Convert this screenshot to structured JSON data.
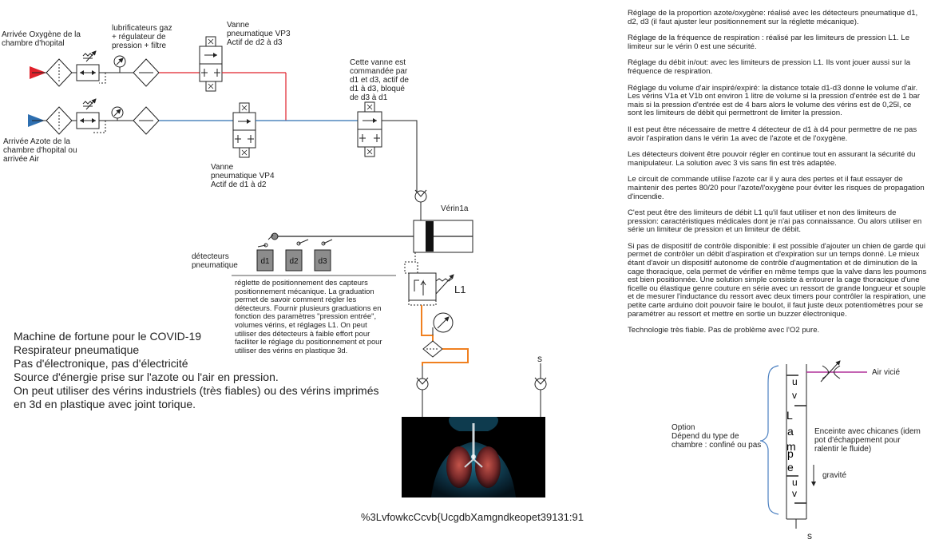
{
  "labels": {
    "oxygen_inlet": "Arrivée Oxygène de la\nchambre d'hopital",
    "nitrogen_inlet": "Arrivée Azote de la\nchambre d'hopital ou\narrivée Air",
    "lubricators": "lubrificateurs gaz\n+ régulateur de\npression + filtre",
    "valve_vp3": "Vanne\npneumatique VP3\nActif de d2 à d3",
    "valve_vp4": "Vanne\npneumatique VP4\nActif de d1 à d2",
    "main_valve": "Cette vanne est\ncommandée par\nd1 et d3, actif de\nd1 à d3, bloqué\nde d3 à d1",
    "cylinder": "Vérin1a",
    "detectors": "détecteurs\npneumatique",
    "ruler_note": "réglette de positionnement des capteurs\npositionnement mécanique. La graduation\npermet de savoir comment régler les\ndétecteurs. Fournir plusieurs graduations en\nfonction des paramètres \"pression entrée\",\nvolumes vérins, et réglages L1. On peut\nutiliser des détecteurs à faible effort pour\nfaciliter le réglage du positionnement et pour\nutiliser des vérins en plastique 3d.",
    "l1": "L1",
    "exhaust_s": "s",
    "exhaust_s2": "s",
    "air_vicie": "Air vicié",
    "option": "Option\nDépend du type de\nchambre : confiné ou pas",
    "enclosure": "Enceinte avec chicanes (idem\npot d'échappement pour\nralentir le fluide)",
    "gravity": "gravité",
    "lamp_letters": [
      "L",
      "a",
      "m",
      "p",
      "e"
    ],
    "uv_top": [
      "u",
      "v"
    ],
    "uv_bottom": [
      "u",
      "v"
    ]
  },
  "detectors": [
    "d1",
    "d2",
    "d3"
  ],
  "summary": [
    "Machine de fortune pour le COVID-19",
    "Respirateur pneumatique",
    "Pas d'électronique, pas d'électricité",
    "Source d'énergie prise sur l'azote ou l'air en pression.",
    "On peut utiliser des vérins industriels (très fiables) ou des vérins imprimés",
    "en 3d en plastique avec joint torique."
  ],
  "code_text": "%3LvfowkcCcvb{UcgdbXamgndkeopet39131:91",
  "paragraphs": [
    "Réglage de la proportion azote/oxygène: réalisé avec les détecteurs pneumatique d1, d2, d3 (il faut ajuster leur positionnement sur la réglette mécanique).",
    "Réglage de la fréquence de respiration : réalisé par les limiteurs de pression L1. Le limiteur sur le vérin 0 est une sécurité.",
    "Réglage du débit in/out: avec les limiteurs de pression L1. Ils vont jouer aussi sur la fréquence de respiration.",
    "Réglage du volume d'air inspiré/expiré: la distance totale d1-d3 donne le volume d'air. Les vérins V1a et V1b ont environ 1 litre de volume si la pression d'entrée est de 1 bar mais si la pression d'entrée est de 4 bars alors le volume des vérins est de 0,25l, ce sont les limiteurs de débit qui permettront de limiter la pression.",
    "Il est peut être nécessaire de mettre 4 détecteur de d1 à d4 pour permettre de ne pas avoir l'aspiration dans le vérin 1a avec de l'azote et de l'oxygène.",
    "Les détecteurs doivent être pouvoir régler en continue tout en assurant la sécurité du manipulateur. La solution avec 3 vis sans fin est très adaptée.",
    "Le circuit de commande utilise l'azote car il y aura des pertes et il faut essayer de maintenir des pertes 80/20 pour l'azote/l'oxygène pour éviter les risques de propagation d'incendie.",
    "C'est peut être des limiteurs de débit L1 qu'il faut utiliser et non des limiteurs de pression: caractéristiques médicales dont je n'ai pas connaissance. Ou alors utiliser en série un limiteur de pression et un limiteur de débit.",
    "Si pas de dispositif de contrôle disponible: il est possible d'ajouter un chien de garde qui permet de contrôler un débit d'aspiration et d'expiration sur un temps donné. Le mieux étant d'avoir un dispositif autonome de contrôle d'augmentation et de diminution de la cage thoracique, cela permet de vérifier en même temps que la valve dans les poumons est bien positionnée. Une solution simple consiste à entourer la cage thoracique d'une ficelle ou élastique genre couture en série avec un ressort de grande longueur et souple et de mesurer l'inductance du ressort avec deux timers pour contrôler la respiration, une petite carte arduino doit pouvoir faire le boulot, il faut juste deux potentiomètres pour se paramétrer au ressort et mettre en sortie un buzzer électronique.",
    "Technologie très fiable. Pas de problème avec l'O2 pure."
  ],
  "colors": {
    "oxygen": "#e0202a",
    "nitrogen": "#2e6fb0",
    "orange": "#f08020",
    "purple": "#b0309a",
    "detector_fill": "#8c8c8c",
    "brace": "#4a7fc0"
  }
}
